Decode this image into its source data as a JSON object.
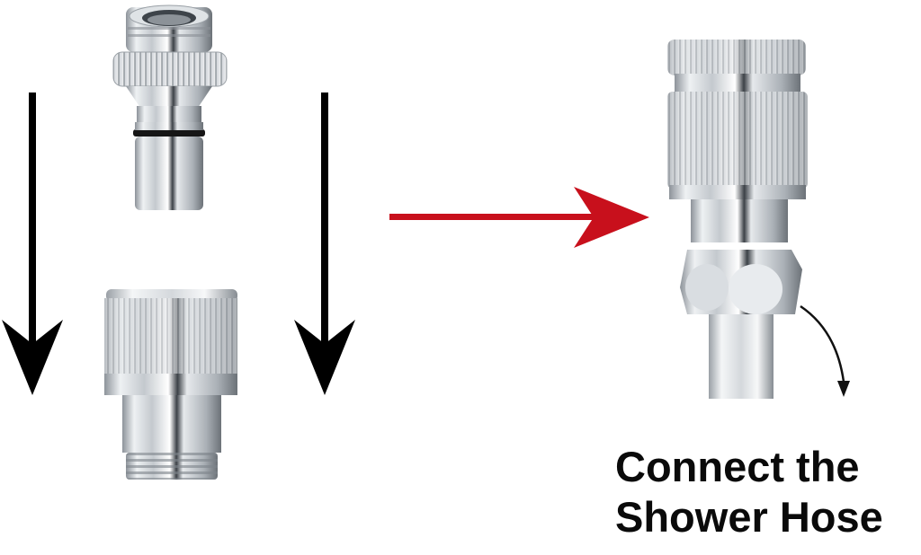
{
  "caption": {
    "line1": "Connect the",
    "line2": "Shower Hose"
  },
  "colors": {
    "arrow_black": "#000000",
    "arrow_red": "#c8101c",
    "chrome_light": "#f2f4f6",
    "chrome_mid": "#b9bec4",
    "chrome_dark": "#4a4f55",
    "oring": "#1a1a1a"
  },
  "parts": [
    {
      "id": "top-adapter",
      "description": "Faucet adapter with knurled ring and O-ring"
    },
    {
      "id": "bottom-connector",
      "description": "Knurled quick-connect coupler with threaded end"
    },
    {
      "id": "assembled-connector",
      "description": "Assembled connector with hex nut and hose stem"
    }
  ],
  "arrows": [
    {
      "id": "left-down-arrow",
      "direction": "down",
      "color": "black"
    },
    {
      "id": "right-down-arrow",
      "direction": "down",
      "color": "black"
    },
    {
      "id": "red-right-arrow",
      "direction": "right",
      "color": "red"
    },
    {
      "id": "curved-hose-arrow",
      "direction": "down-curve",
      "color": "black"
    }
  ]
}
